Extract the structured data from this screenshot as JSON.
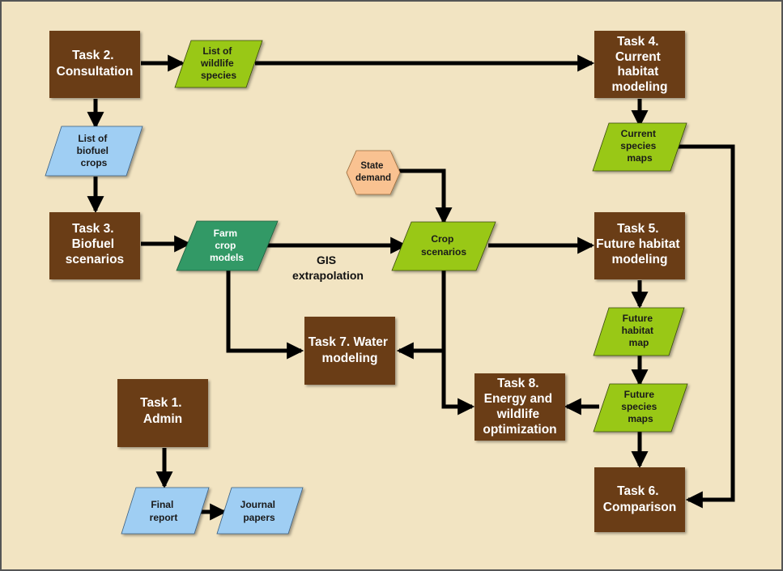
{
  "colors": {
    "background": "#f2e4c2",
    "task": "#6b3d17",
    "task_text": "#ffffff",
    "green": "#99c814",
    "green_text": "#1a1a1a",
    "dark_green": "#339966",
    "dark_green_text": "#ffffff",
    "blue": "#9fcef3",
    "blue_text": "#1a1a1a",
    "hex": "#f9c291",
    "arrow": "#000000"
  },
  "tasks": {
    "task2": [
      "Task 2.",
      "Consultation"
    ],
    "task3": [
      "Task 3.",
      "Biofuel",
      "scenarios"
    ],
    "task4": [
      "Task 4.",
      "Current",
      "habitat",
      "modeling"
    ],
    "task5": [
      "Task 5.",
      "Future habitat",
      "modeling"
    ],
    "task6": [
      "Task 6.",
      "Comparison"
    ],
    "task7": [
      "Task 7. Water",
      "modeling"
    ],
    "task8": [
      "Task 8.",
      "Energy and",
      "wildlife",
      "optimization"
    ],
    "task1": [
      "Task 1.",
      "Admin"
    ]
  },
  "outputs": {
    "wildlife_species": [
      "List of",
      "wildlife",
      "species"
    ],
    "biofuel_crops": [
      "List of",
      "biofuel",
      "crops"
    ],
    "farm_crop_models": [
      "Farm",
      "crop",
      "models"
    ],
    "crop_scenarios": [
      "Crop",
      "scenarios"
    ],
    "current_species_maps": [
      "Current",
      "species",
      "maps"
    ],
    "future_habitat_map": [
      "Future",
      "habitat",
      "map"
    ],
    "future_species_maps": [
      "Future",
      "species",
      "maps"
    ],
    "final_report": [
      "Final",
      "report"
    ],
    "journal_papers": [
      "Journal",
      "papers"
    ]
  },
  "state_demand": [
    "State",
    "demand"
  ],
  "gis_label": [
    "GIS",
    "extrapolation"
  ]
}
